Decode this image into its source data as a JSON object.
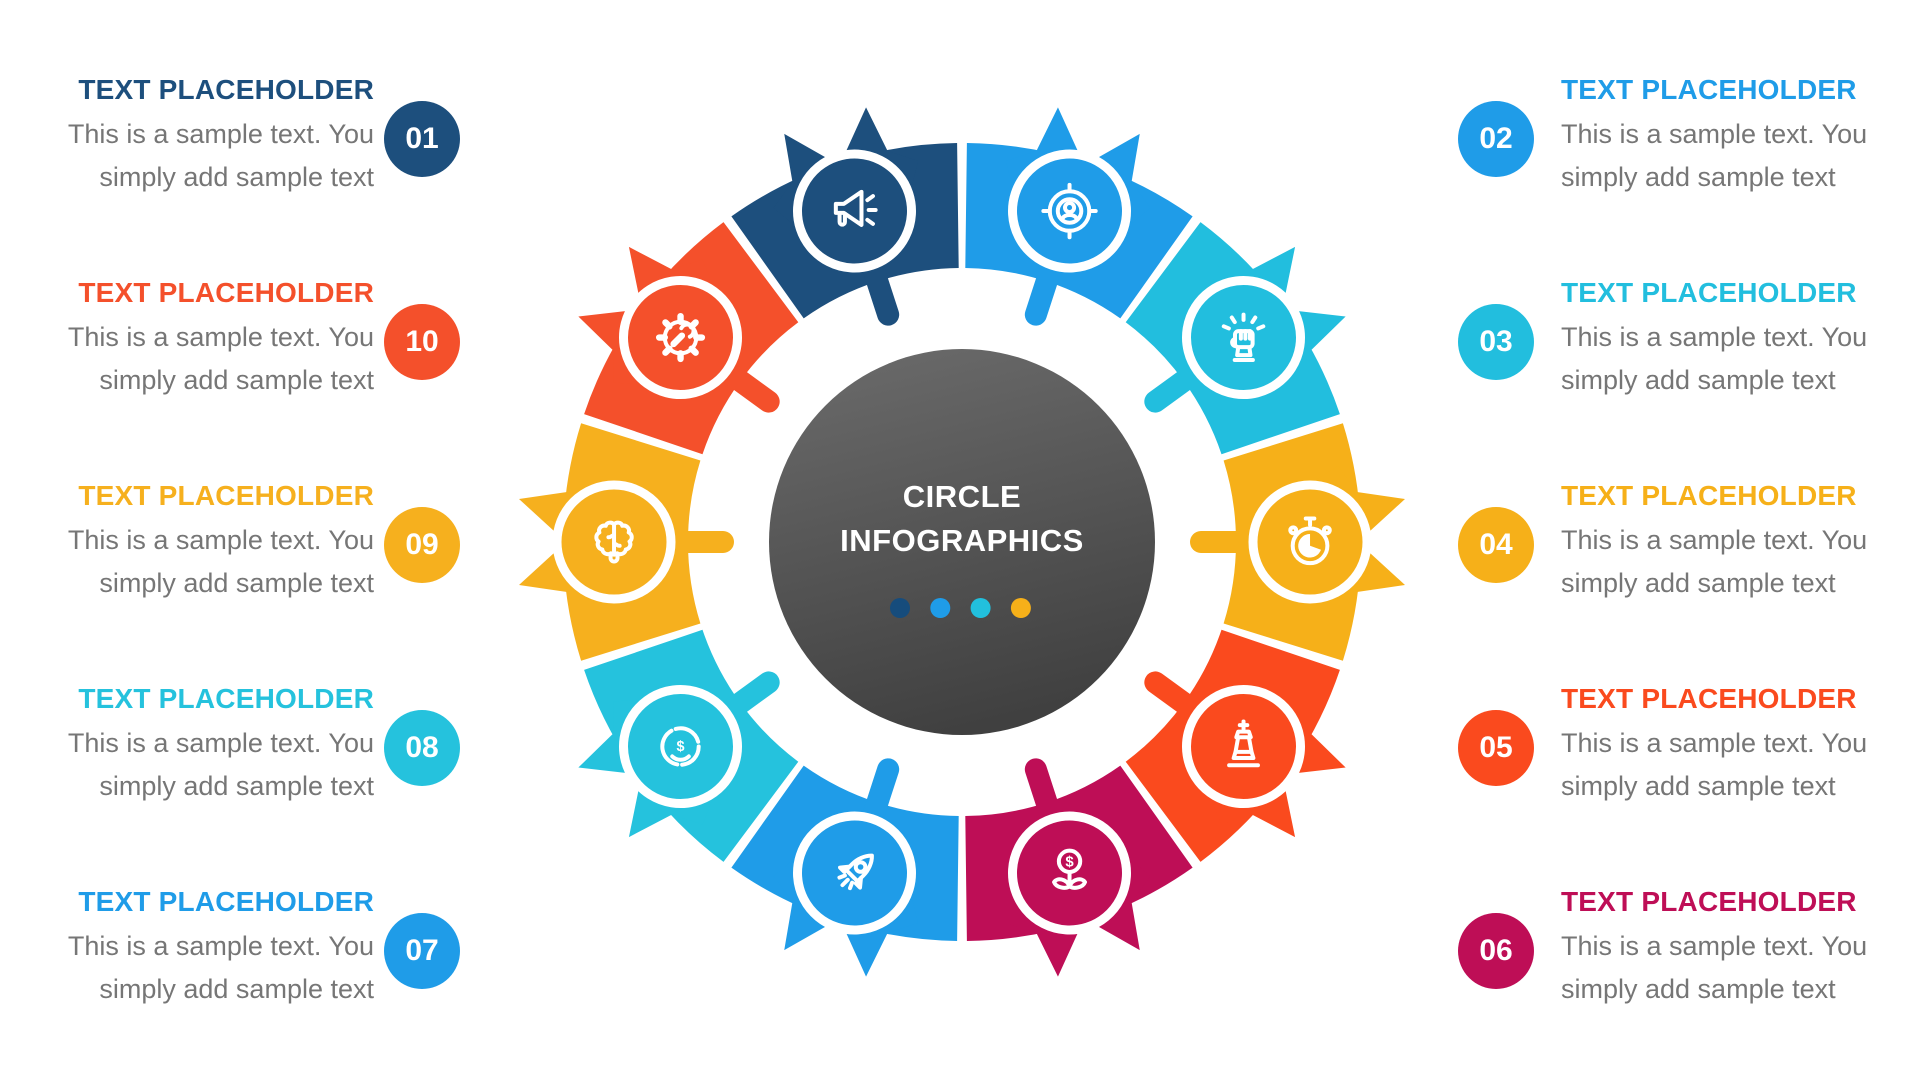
{
  "center": {
    "line1": "CIRCLE",
    "line2": "INFOGRAPHICS",
    "text_color": "#ffffff",
    "gradient_top": "#6a6a6a",
    "gradient_bottom": "#404040",
    "dot_colors": [
      "#164C7C",
      "#1F9CE8",
      "#22C0DD",
      "#F6B019"
    ]
  },
  "items": [
    {
      "num": "01",
      "angle": -18,
      "color": "#1D4F7D",
      "icon": "megaphone-icon",
      "title": "TEXT PLACEHOLDER",
      "body_lines": [
        "This is a sample text. You",
        "simply add sample text"
      ]
    },
    {
      "num": "02",
      "angle": 18,
      "color": "#1F9CE8",
      "icon": "target-audience-icon",
      "title": "TEXT PLACEHOLDER",
      "body_lines": [
        "This is a sample text. You",
        "simply add sample text"
      ]
    },
    {
      "num": "03",
      "angle": 54,
      "color": "#22BEDE",
      "icon": "fist-power-icon",
      "title": "TEXT PLACEHOLDER",
      "body_lines": [
        "This is a sample text. You",
        "simply add sample text"
      ]
    },
    {
      "num": "04",
      "angle": 90,
      "color": "#F6B019",
      "icon": "stopwatch-icon",
      "title": "TEXT PLACEHOLDER",
      "body_lines": [
        "This is a sample text. You",
        "simply add sample text"
      ]
    },
    {
      "num": "05",
      "angle": 126,
      "color": "#FA4A1E",
      "icon": "chess-king-icon",
      "title": "TEXT PLACEHOLDER",
      "body_lines": [
        "This is a sample text. You",
        "simply add sample text"
      ]
    },
    {
      "num": "06",
      "angle": 162,
      "color": "#BE0E56",
      "icon": "money-growth-icon",
      "title": "TEXT PLACEHOLDER",
      "body_lines": [
        "This is a sample text. You",
        "simply add sample text"
      ]
    },
    {
      "num": "07",
      "angle": 198,
      "color": "#1F9CE8",
      "icon": "rocket-icon",
      "title": "TEXT PLACEHOLDER",
      "body_lines": [
        "This is a sample text. You",
        "simply add sample text"
      ]
    },
    {
      "num": "08",
      "angle": 234,
      "color": "#25C2DD",
      "icon": "pie-dollar-icon",
      "title": "TEXT PLACEHOLDER",
      "body_lines": [
        "This is a sample text. You",
        "simply add sample text"
      ]
    },
    {
      "num": "09",
      "angle": 270,
      "color": "#F6B01E",
      "icon": "brain-idea-icon",
      "title": "TEXT PLACEHOLDER",
      "body_lines": [
        "This is a sample text. You",
        "simply add sample text"
      ]
    },
    {
      "num": "10",
      "angle": 306,
      "color": "#F4502B",
      "icon": "gear-wrench-icon",
      "title": "TEXT PLACEHOLDER",
      "body_lines": [
        "This is a sample text. You",
        "simply add sample text"
      ]
    }
  ],
  "body_text_color": "#767676"
}
